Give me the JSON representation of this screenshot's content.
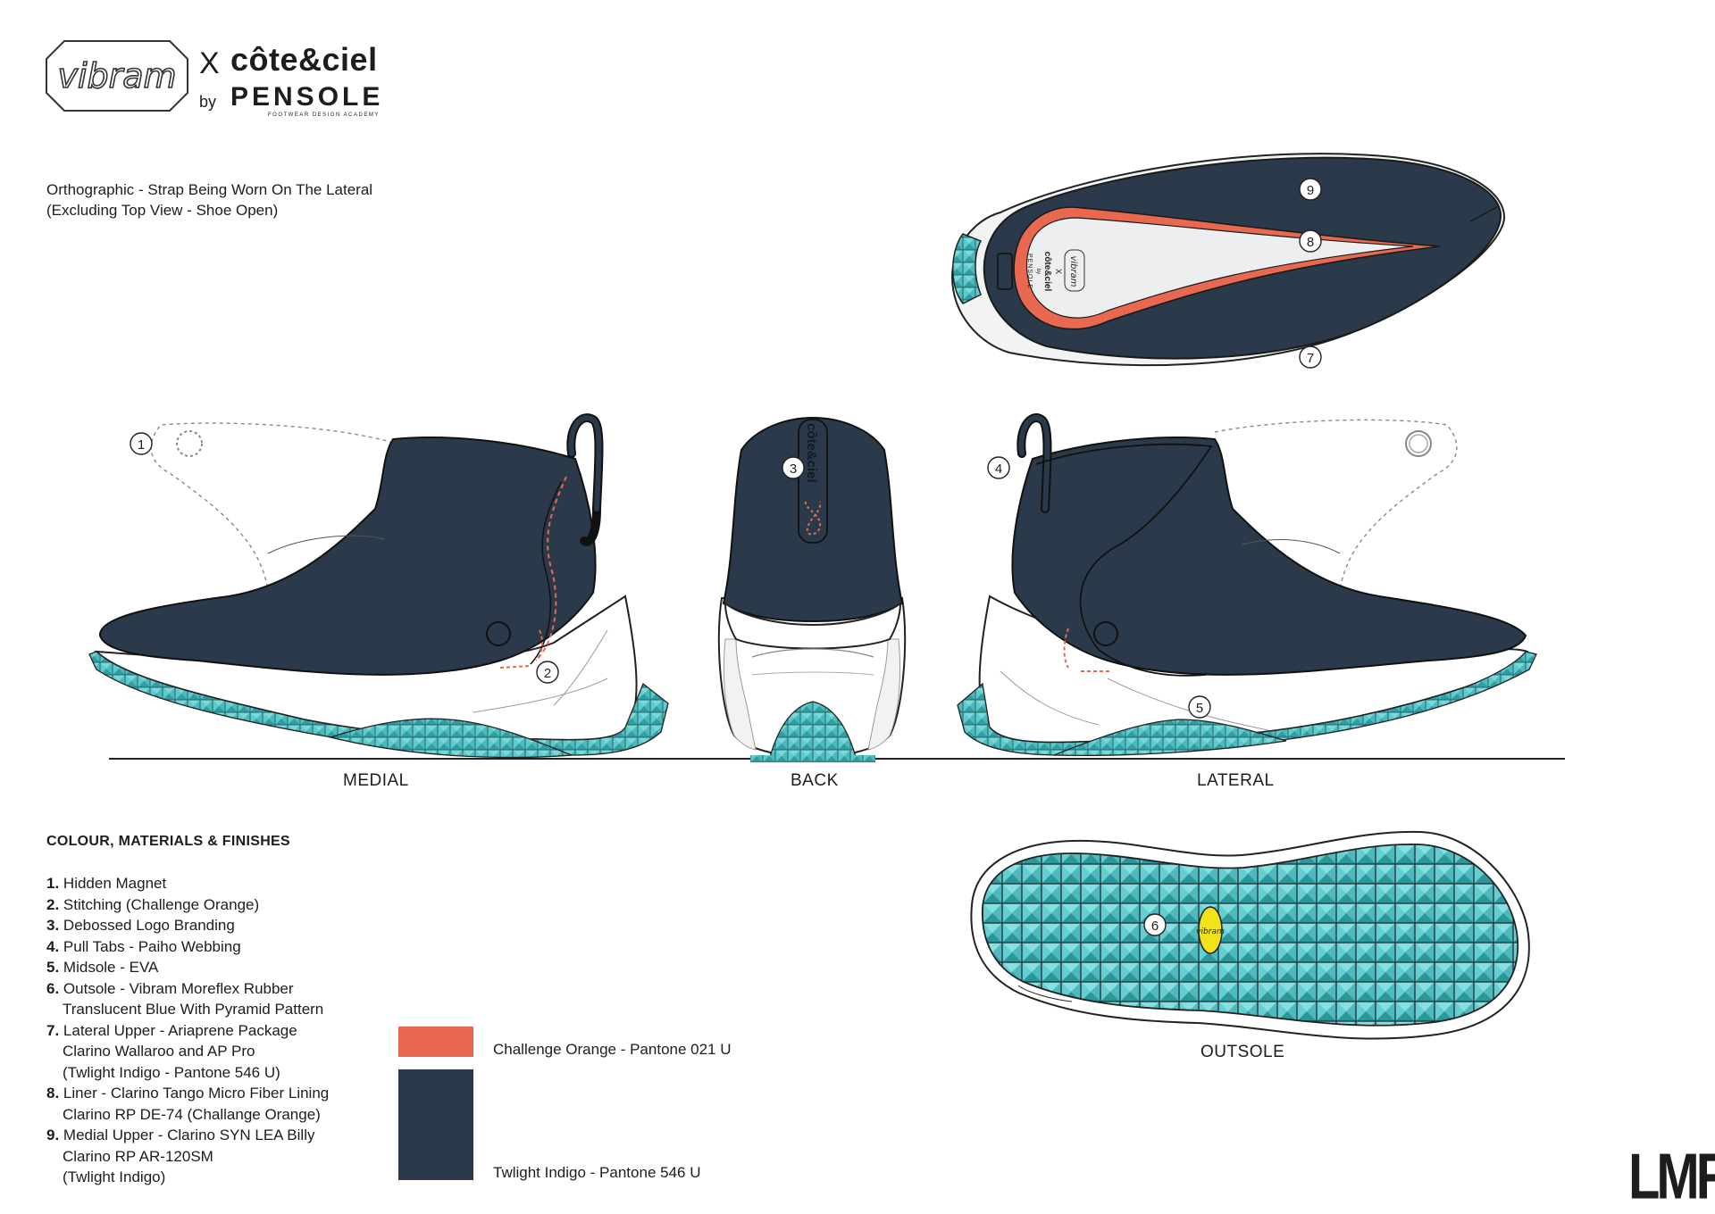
{
  "header": {
    "brand_logo_text": "vibram",
    "x_mark": "X",
    "collab_brand": "côte&ciel",
    "by_text": "by",
    "design_academy": "PENSOLE",
    "design_academy_tagline": "FOOTWEAR DESIGN ACADEMY"
  },
  "subtitle": {
    "line1": "Orthographic - Strap Being Worn On The Lateral",
    "line2": "(Excluding Top View - Shoe Open)"
  },
  "views": {
    "medial": "MEDIAL",
    "back": "BACK",
    "lateral": "LATERAL",
    "outsole": "OUTSOLE"
  },
  "callouts": [
    "1",
    "2",
    "3",
    "4",
    "5",
    "6",
    "7",
    "8",
    "9"
  ],
  "back_logo_text": "côte&ciel",
  "insole_branding": {
    "vibram": "vibram",
    "x": "X",
    "cote": "côte&ciel",
    "by": "by",
    "pensole": "PENSOLE"
  },
  "outsole_logo": "vibram",
  "materials": {
    "title": "COLOUR, MATERIALS & FINISHES",
    "items": [
      {
        "num": "1.",
        "lines": [
          "Hidden Magnet"
        ]
      },
      {
        "num": "2.",
        "lines": [
          "Stitching  (Challenge Orange)"
        ]
      },
      {
        "num": "3.",
        "lines": [
          "Debossed Logo Branding"
        ]
      },
      {
        "num": "4.",
        "lines": [
          "Pull Tabs - Paiho Webbing"
        ]
      },
      {
        "num": "5.",
        "lines": [
          "Midsole - EVA"
        ]
      },
      {
        "num": "6.",
        "lines": [
          "Outsole - Vibram Moreflex Rubber",
          "Translucent Blue With Pyramid Pattern"
        ]
      },
      {
        "num": "7.",
        "lines": [
          "Lateral Upper - Ariaprene Package",
          "Clarino Wallaroo and AP Pro",
          "(Twlight Indigo - Pantone 546 U)"
        ]
      },
      {
        "num": "8.",
        "lines": [
          "Liner - Clarino Tango Micro Fiber Lining",
          "Clarino RP DE-74 (Challange Orange)"
        ]
      },
      {
        "num": "9.",
        "lines": [
          "Medial Upper - Clarino SYN LEA Billy",
          "Clarino RP AR-120SM",
          "(Twlight Indigo)"
        ]
      }
    ]
  },
  "swatches": [
    {
      "label": "Challenge Orange - Pantone 021 U",
      "color": "#e8694f"
    },
    {
      "label": "Twlight Indigo - Pantone 546 U",
      "color": "#2b3a4b"
    }
  ],
  "colors": {
    "indigo": "#2b3a4b",
    "orange": "#e8694f",
    "teal": "#5ec7c9",
    "teal_dark": "#2e9a9e",
    "vibram_yellow": "#f2e21a"
  },
  "signature": "LMR"
}
